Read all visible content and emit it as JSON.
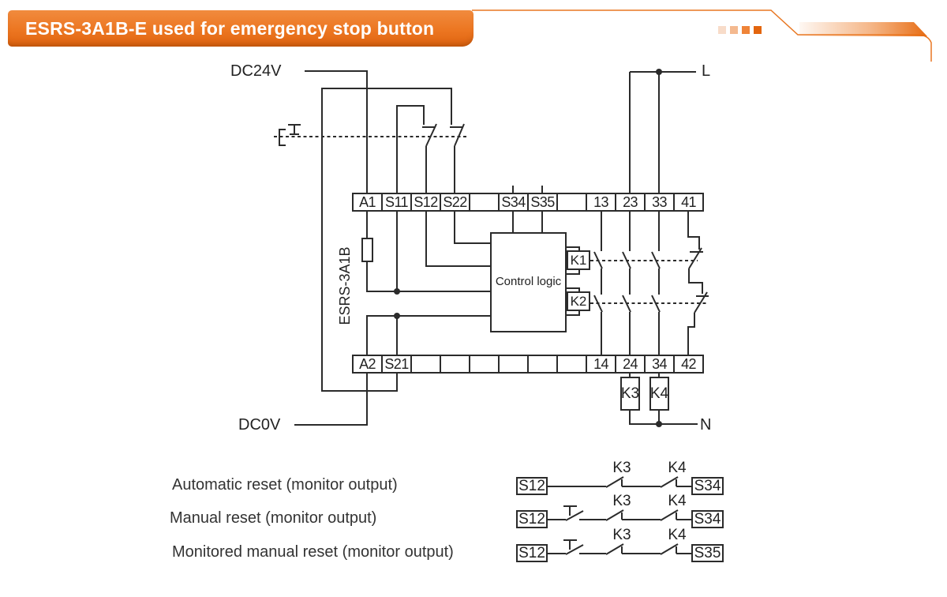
{
  "header": {
    "title": "ESRS-3A1B-E used for emergency stop button",
    "accent_color": "#e87722",
    "decor_squares": [
      "#f8dcc9",
      "#f4b98f",
      "#ef8438",
      "#e3650e"
    ]
  },
  "diagram": {
    "supply": {
      "positive": "DC24V",
      "negative": "DC0V",
      "line": "L",
      "neutral": "N"
    },
    "device_label": "ESRS-3A1B",
    "control_logic": "Control logic",
    "internal_relays": {
      "k1": "K1",
      "k2": "K2"
    },
    "external_contactors": {
      "k3": "K3",
      "k4": "K4"
    },
    "top_terminals": [
      "A1",
      "S11",
      "S12",
      "S22",
      "",
      "S34",
      "S35",
      "",
      "13",
      "23",
      "33",
      "41"
    ],
    "bottom_terminals": [
      "A2",
      "S21",
      "",
      "",
      "",
      "",
      "",
      "",
      "14",
      "24",
      "34",
      "42"
    ]
  },
  "reset_modes": [
    {
      "label": "Automatic reset (monitor output)",
      "from": "S12",
      "k3": "K3",
      "k4": "K4",
      "to": "S34"
    },
    {
      "label": "Manual reset (monitor output)",
      "from": "S12",
      "k3": "K3",
      "k4": "K4",
      "to": "S34"
    },
    {
      "label": "Monitored manual reset (monitor output)",
      "from": "S12",
      "k3": "K3",
      "k4": "K4",
      "to": "S35"
    }
  ]
}
